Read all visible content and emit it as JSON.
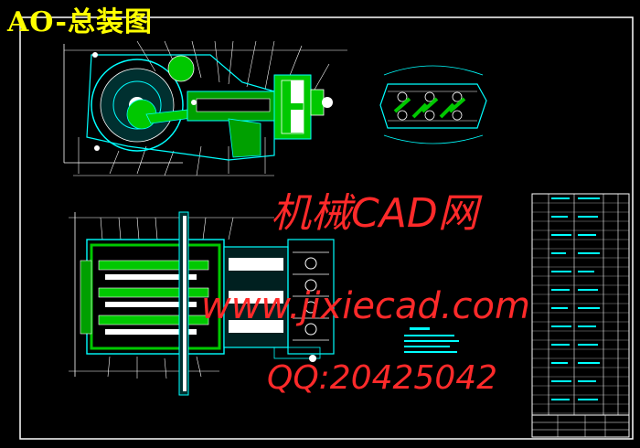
{
  "title": "AO-总装图",
  "watermark": {
    "site_name": "机械CAD网",
    "site_url": "www.jixiecad.com",
    "qq": "QQ:20425042"
  },
  "colors": {
    "background": "#000000",
    "frame": "#ffffff",
    "part_fill": "#00c800",
    "outline": "#00ffff",
    "dimension": "#ffffff",
    "title_text": "#ffff00",
    "watermark": "#ff2a2a",
    "table_text": "#00ffff"
  }
}
